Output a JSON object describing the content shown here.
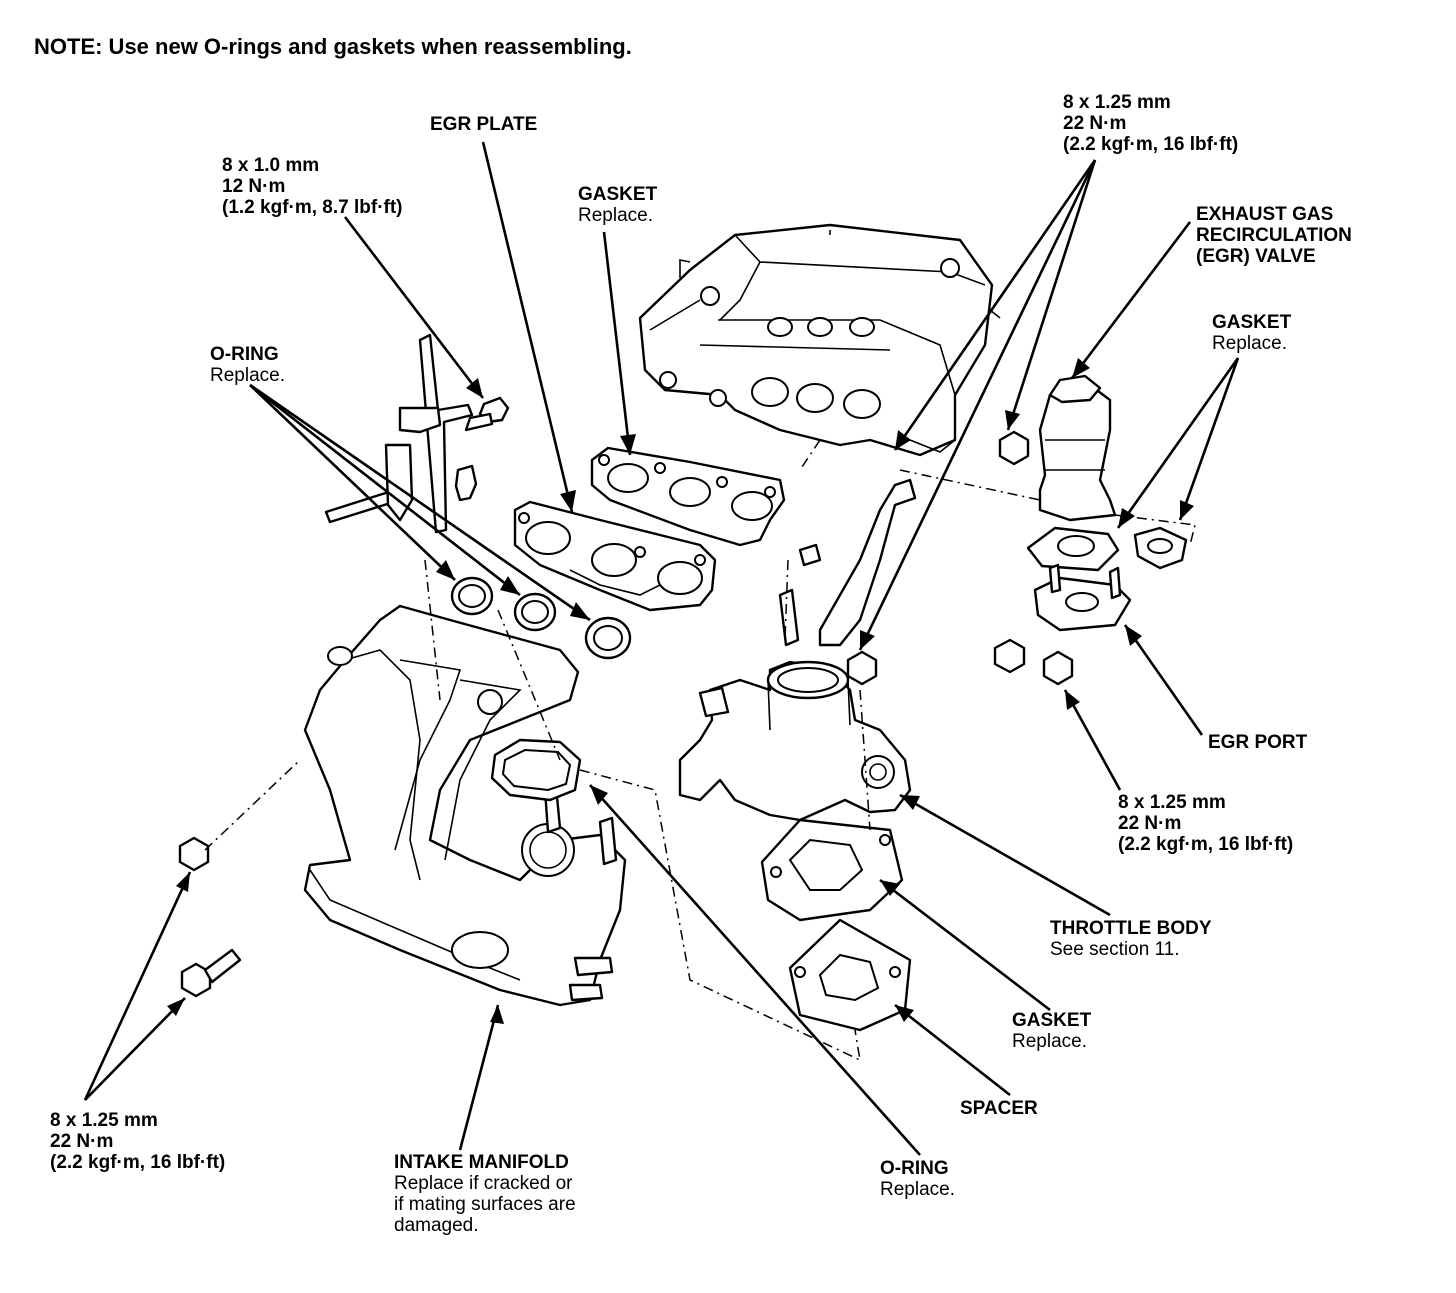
{
  "note": "NOTE: Use new O-rings and gaskets when reassembling.",
  "labels": {
    "egr_plate": {
      "title": "EGR PLATE"
    },
    "bolt_8x1_0": {
      "l1": "8 x 1.0 mm",
      "l2": "12 N·m",
      "l3": "(1.2 kgf·m,  8.7 lbf·ft)"
    },
    "gasket_upper": {
      "title": "GASKET",
      "sub": "Replace."
    },
    "bolt_8x1_25_top": {
      "l1": "8 x 1.25 mm",
      "l2": "22 N·m",
      "l3": "(2.2 kgf·m, 16 lbf·ft)"
    },
    "egr_valve": {
      "l1": "EXHAUST GAS",
      "l2": "RECIRCULATION",
      "l3": "(EGR) VALVE"
    },
    "gasket_egr": {
      "title": "GASKET",
      "sub": "Replace."
    },
    "oring_upper": {
      "title": "O-RING",
      "sub": "Replace."
    },
    "egr_port": {
      "title": "EGR PORT"
    },
    "bolt_8x1_25_right": {
      "l1": "8 x 1.25 mm",
      "l2": "22 N·m",
      "l3": "(2.2 kgf·m, 16 lbf·ft)"
    },
    "throttle_body": {
      "title": "THROTTLE BODY",
      "sub": "See section 11."
    },
    "gasket_throttle": {
      "title": "GASKET",
      "sub": "Replace."
    },
    "spacer": {
      "title": "SPACER"
    },
    "bolt_8x1_25_left": {
      "l1": "8 x 1.25 mm",
      "l2": "22 N·m",
      "l3": "(2.2 kgf·m, 16 lbf·ft)"
    },
    "intake_manifold": {
      "title": "INTAKE MANIFOLD",
      "s1": "Replace if cracked or",
      "s2": "if mating surfaces are",
      "s3": "damaged."
    },
    "oring_lower": {
      "title": "O-RING",
      "sub": "Replace."
    }
  }
}
